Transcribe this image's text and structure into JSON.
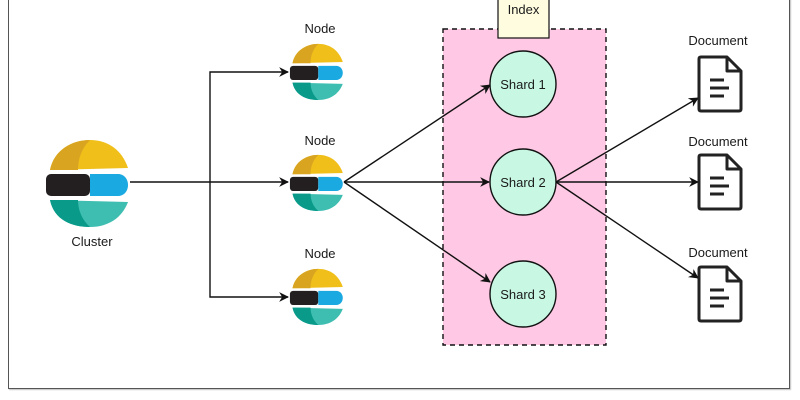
{
  "diagram": {
    "title": "Elasticsearch cluster architecture",
    "cluster": {
      "label": "Cluster",
      "icon": "elastic-logo-icon"
    },
    "nodes": [
      {
        "label": "Node",
        "icon": "elastic-logo-icon"
      },
      {
        "label": "Node",
        "icon": "elastic-logo-icon"
      },
      {
        "label": "Node",
        "icon": "elastic-logo-icon"
      }
    ],
    "index": {
      "label": "Index"
    },
    "shards": [
      {
        "label": "Shard 1"
      },
      {
        "label": "Shard 2"
      },
      {
        "label": "Shard 3"
      }
    ],
    "documents": [
      {
        "label": "Document",
        "icon": "document-icon"
      },
      {
        "label": "Document",
        "icon": "document-icon"
      },
      {
        "label": "Document",
        "icon": "document-icon"
      }
    ],
    "edges": [
      {
        "from": "Cluster",
        "to": "Node 1"
      },
      {
        "from": "Cluster",
        "to": "Node 2"
      },
      {
        "from": "Cluster",
        "to": "Node 3"
      },
      {
        "from": "Node 2",
        "to": "Shard 1"
      },
      {
        "from": "Node 2",
        "to": "Shard 2"
      },
      {
        "from": "Node 2",
        "to": "Shard 3"
      },
      {
        "from": "Shard 2",
        "to": "Document 1"
      },
      {
        "from": "Shard 2",
        "to": "Document 2"
      },
      {
        "from": "Shard 2",
        "to": "Document 3"
      }
    ],
    "colors": {
      "logo_yellow": "#F0BF1A",
      "logo_yellow_dark": "#DAA520",
      "logo_black": "#231F20",
      "logo_blue": "#1BA9E1",
      "logo_teal": "#3EBEB0",
      "logo_teal_dark": "#0A9A8A",
      "index_fill": "#FFC8E4",
      "index_label_fill": "#FFFCE0",
      "shard_fill": "#C8F8E4",
      "line": "#111111"
    }
  }
}
